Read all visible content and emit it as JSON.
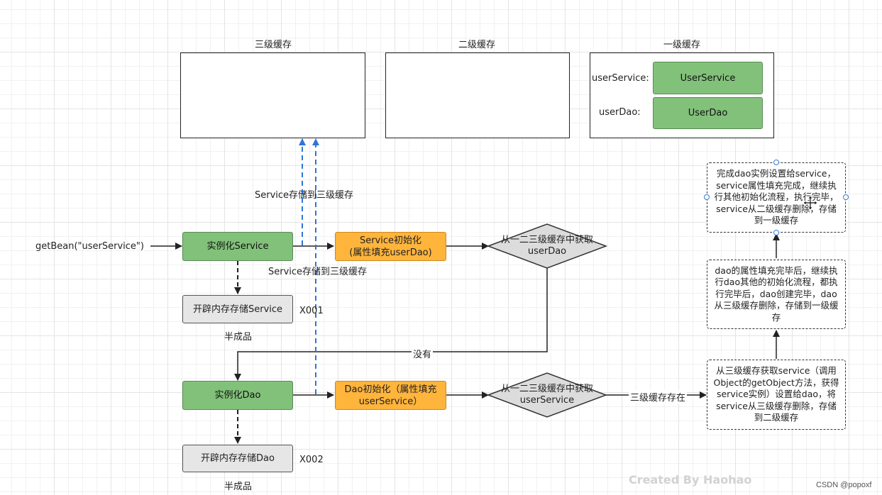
{
  "caches": {
    "level3": {
      "title": "三级缓存"
    },
    "level2": {
      "title": "二级缓存"
    },
    "level1": {
      "title": "一级缓存",
      "entries": [
        {
          "key": "userService:",
          "value": "UserService"
        },
        {
          "key": "userDao:",
          "value": "UserDao"
        }
      ]
    }
  },
  "flow": {
    "entry": "getBean(\"userService\")",
    "service_store_label_top": "Service存储到三级缓存",
    "service_store_label_bottom": "Service存储到三级缓存",
    "instantiate_service": "实例化Service",
    "service_alloc": "开辟内存存储Service",
    "service_addr": "X001",
    "service_half": "半成品",
    "service_init": "Service初始化\n(属性填充userDao)",
    "diamond_dao": "从一二三级缓存中获取\nuserDao",
    "no_label": "没有",
    "instantiate_dao": "实例化Dao",
    "dao_alloc": "开辟内存存储Dao",
    "dao_addr": "X002",
    "dao_half": "半成品",
    "dao_init": "Dao初始化（属性填充\nuserService）",
    "diamond_service": "从一二三级缓存中获取\nuserService",
    "exists_label": "三级缓存存在"
  },
  "notes": {
    "get_from_l3": "从三级缓存获取service（调用Object的getObject方法，获得service实例）设置给dao，将service从三级缓存删除，存储到二级缓存",
    "dao_done": "dao的属性填充完毕后，继续执行dao其他的初始化流程，都执行完毕后，dao创建完毕，dao从三级缓存删除，存储到一级缓存",
    "service_done": "完成dao实例设置给service，service属性填充完成，继续执行其他初始化流程，执行完毕，service从二级缓存删除，存储到一级缓存"
  },
  "watermark": "Created By Haohao",
  "credit": "CSDN @popoxf",
  "colors": {
    "green": "#82c17a",
    "grey": "#e6e6e6",
    "orange": "#ffb43c",
    "diamond": "#dcdcdc",
    "blue_arrow": "#2f75d6"
  }
}
